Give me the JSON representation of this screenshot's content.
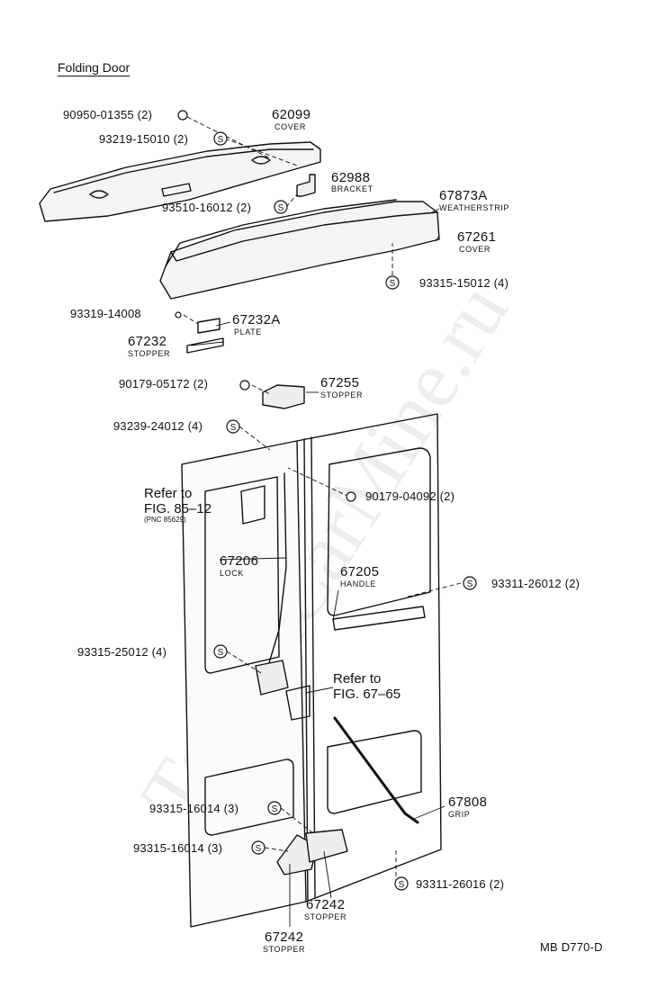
{
  "title": "Folding Door",
  "watermark": "ToyotaCarMine.ru",
  "diagram_code": "MB D770-D",
  "parts": {
    "p1": "90950-01355 (2)",
    "p2": "93219-15010 (2)",
    "p3": "62099",
    "p3n": "COVER",
    "p4": "62988",
    "p4n": "BRACKET",
    "p5": "93510-16012 (2)",
    "p6": "67873A",
    "p6n": "WEATHERSTRIP",
    "p7": "67261",
    "p7n": "COVER",
    "p8": "93315-15012 (4)",
    "p9": "93319-14008",
    "p10": "67232A",
    "p10n": "PLATE",
    "p11": "67232",
    "p11n": "STOPPER",
    "p12": "90179-05172 (2)",
    "p13": "67255",
    "p13n": "STOPPER",
    "p14": "93239-24012 (4)",
    "p15": "90179-04092 (2)",
    "p16": "67206",
    "p16n": "LOCK",
    "p17": "67205",
    "p17n": "HANDLE",
    "p18": "93311-26012 (2)",
    "p19": "93315-25012 (4)",
    "p20": "67808",
    "p20n": "GRIP",
    "p21": "93315-16014 (3)",
    "p22": "93315-16014 (3)",
    "p23": "67242",
    "p23n": "STOPPER",
    "p24": "67242",
    "p24n": "STOPPER",
    "p25": "93311-26016 (2)"
  },
  "refs": {
    "r1a": "Refer to",
    "r1b": "FIG. 85–12",
    "r1c": "(PNC 85629)",
    "r2a": "Refer to",
    "r2b": "FIG. 67–65"
  },
  "screw_symbol": "S"
}
